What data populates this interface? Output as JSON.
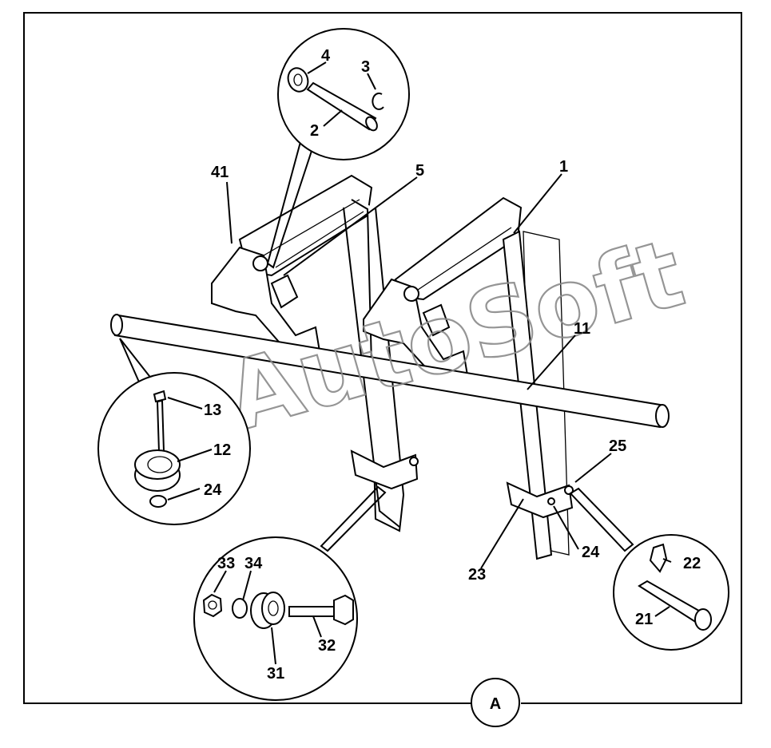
{
  "callouts": {
    "c1": "1",
    "c2": "2",
    "c3": "3",
    "c4": "4",
    "c5": "5",
    "c11": "11",
    "c12": "12",
    "c13": "13",
    "c21": "21",
    "c22": "22",
    "c23": "23",
    "c24a": "24",
    "c24b": "24",
    "c25": "25",
    "c31": "31",
    "c32": "32",
    "c33": "33",
    "c34": "34",
    "c41": "41"
  },
  "view_label": "A",
  "watermark": "AutoSoft"
}
